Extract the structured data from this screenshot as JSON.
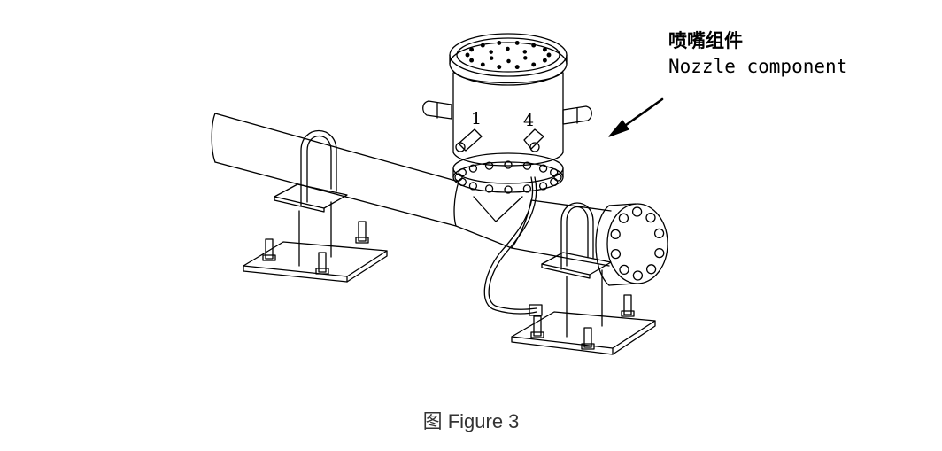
{
  "callout": {
    "label_cn": "喷嘴组件",
    "label_en": "Nozzle component"
  },
  "nozzle_numbers": [
    "1",
    "4"
  ],
  "caption": "图 Figure 3"
}
